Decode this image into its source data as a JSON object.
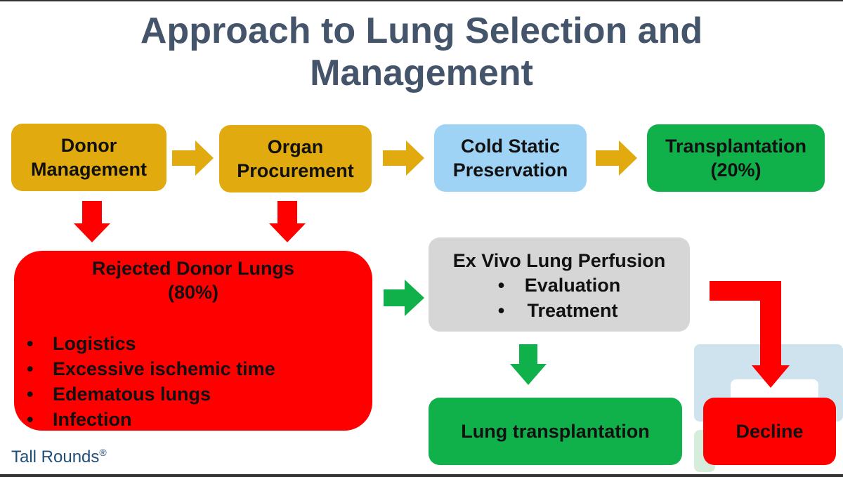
{
  "title": {
    "line1": "Approach to Lung Selection and",
    "line2": "Management"
  },
  "boxes": {
    "donor": {
      "line1": "Donor",
      "line2": "Management"
    },
    "procurement": {
      "line1": "Organ",
      "line2": "Procurement"
    },
    "cold": {
      "line1": "Cold Static",
      "line2": "Preservation"
    },
    "transplantation": {
      "line1": "Transplantation",
      "line2": "(20%)"
    },
    "rejected": {
      "line1": "Rejected Donor Lungs",
      "line2": "(80%)",
      "items": [
        "Logistics",
        "Excessive ischemic time",
        "Edematous lungs",
        "Infection"
      ]
    },
    "evlp": {
      "title": "Ex Vivo Lung Perfusion",
      "items": [
        "Evaluation",
        "Treatment"
      ]
    },
    "lung_tx": {
      "label": "Lung transplantation"
    },
    "decline": {
      "label": "Decline"
    }
  },
  "footer": {
    "brand": "Tall Rounds",
    "mark": "®"
  },
  "colors": {
    "title": "#44546a",
    "gold": "#e1aa0e",
    "blue": "#9fd3f5",
    "green": "#10b04a",
    "red": "#ff0000",
    "grey": "#d6d6d6"
  }
}
